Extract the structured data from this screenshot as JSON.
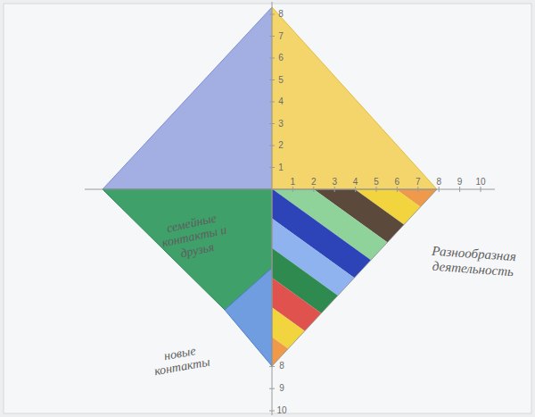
{
  "diagram": {
    "labels": [
      "семейные контакты и друзья",
      "новые контакты",
      "Разнообразная деятельность",
      "1",
      "2",
      "3",
      "4",
      "5",
      "6",
      "7",
      "8",
      "9",
      "10",
      "1",
      "2",
      "3",
      "4",
      "5",
      "6",
      "7",
      "8",
      "8",
      "9",
      "10"
    ]
  }
}
